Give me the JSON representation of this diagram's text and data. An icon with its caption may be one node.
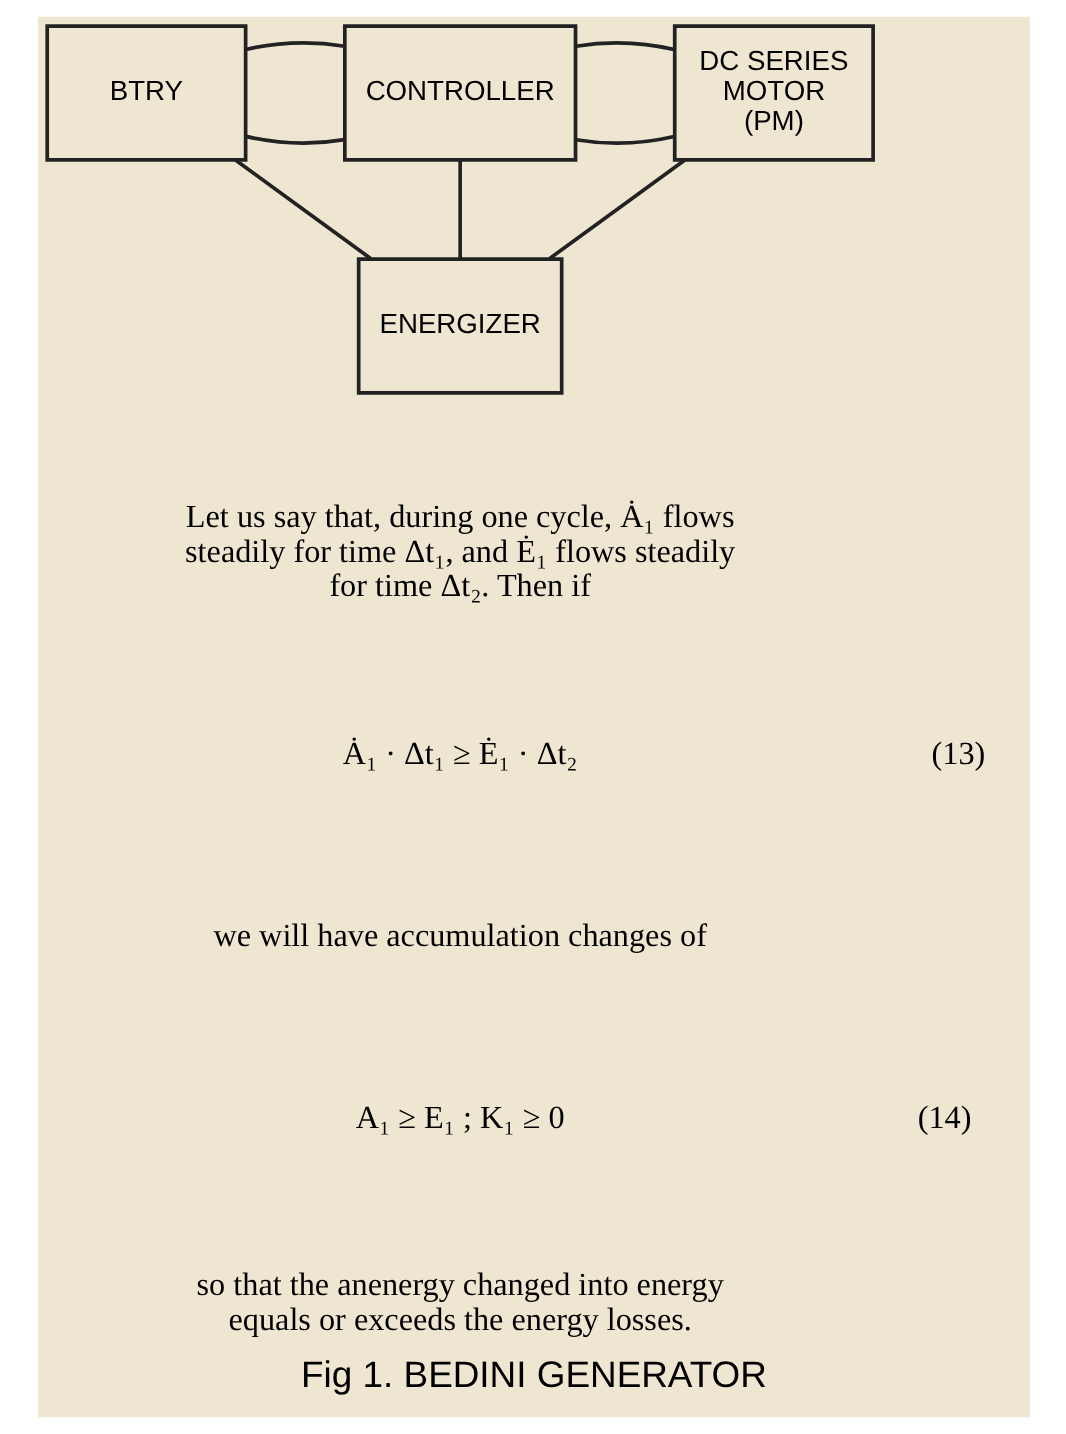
{
  "diagram": {
    "caption": "Fig 1. BEDINI GENERATOR",
    "nodes": [
      {
        "text": [
          "BTRY"
        ]
      },
      {
        "text": [
          "CONTROLLER"
        ]
      },
      {
        "text": [
          "DC SERIES MOTOR (PM)"
        ]
      },
      {
        "text": [
          "ENERGIZER"
        ]
      }
    ],
    "edges": [
      {
        "from": 0,
        "to": 1,
        "arrow": "none"
      },
      {
        "from": 0,
        "to": 1,
        "arrow": "none"
      },
      {
        "from": 1,
        "to": 2,
        "arrow": "none"
      },
      {
        "from": 1,
        "to": 2,
        "arrow": "none"
      },
      {
        "from": 2,
        "to": 3,
        "arrow": "none"
      },
      {
        "from": 0,
        "to": 3,
        "arrow": "none"
      },
      {
        "from": 1,
        "to": 3,
        "arrow": "none"
      }
    ],
    "labels": [
      "Let us say that, during one cycle, Ȧ₁ flows steadily for time Δt₁, and Ė₁ flows steadily for time Δt₂. Then if",
      "Ȧ₁ · Δt₁ ≥ Ė₁ · Δt₂",
      "(13)",
      "we will have accumulation changes of",
      "A₁ ≥ E₁ ; K₁ ≥ 0",
      "(14)",
      "so that the anenergy changed into energy equals or exceeds the energy losses."
    ]
  }
}
